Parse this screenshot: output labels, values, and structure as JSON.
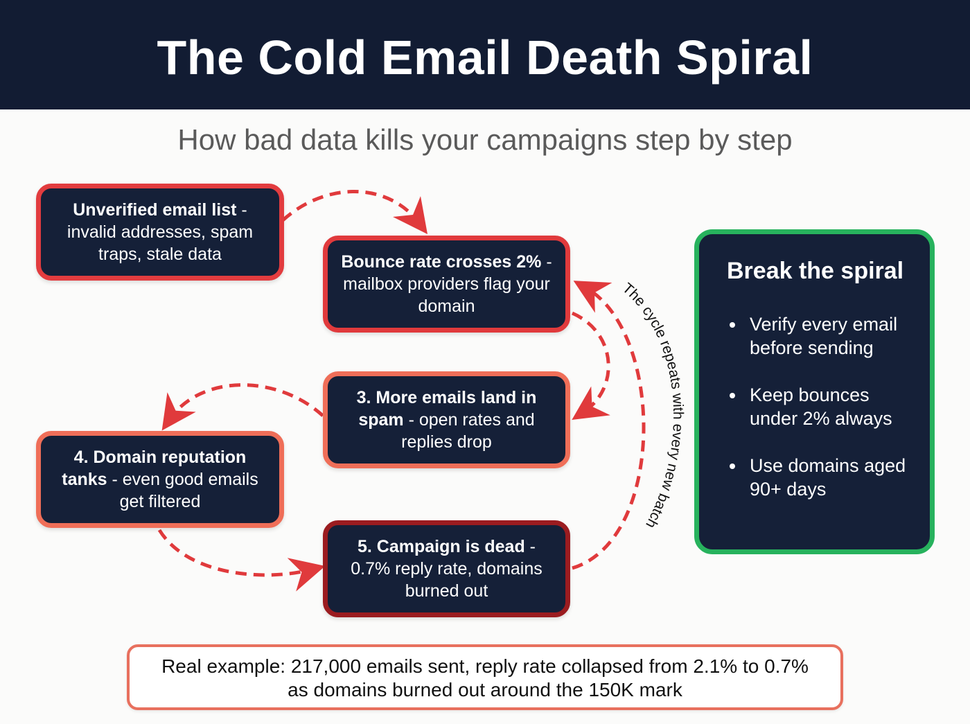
{
  "header": {
    "title": "The Cold Email Death Spiral",
    "subtitle": "How bad data kills your campaigns step by step"
  },
  "colors": {
    "header_bg": "#121c33",
    "node_bg": "#152038",
    "step_red": "#e23c3f",
    "step_salmon": "#ef6e58",
    "step_dark_red": "#9b1c20",
    "arrow": "#e03a3c",
    "tips_border": "#27b25d"
  },
  "steps": [
    {
      "bold": "Unverified email list",
      "rest": " - invalid addresses, spam traps, stale data"
    },
    {
      "bold": "Bounce rate crosses 2%",
      "rest": " - mailbox providers flag your domain"
    },
    {
      "bold": "3. More emails land in spam",
      "rest": " - open rates and replies drop"
    },
    {
      "bold": "4. Domain reputation tanks",
      "rest": " - even good emails get filtered"
    },
    {
      "bold": "5. Campaign is dead",
      "rest": " - 0.7% reply rate, domains burned out"
    }
  ],
  "cycle_label": "The cycle repeats with every new batch",
  "tips": {
    "title": "Break the spiral",
    "items": [
      "Verify every email before sending",
      "Keep bounces under 2% always",
      "Use domains aged 90+ days"
    ]
  },
  "example": {
    "line1": "Real example: 217,000 emails sent, reply rate collapsed from 2.1% to 0.7%",
    "line2": "as domains burned out around the 150K mark"
  }
}
